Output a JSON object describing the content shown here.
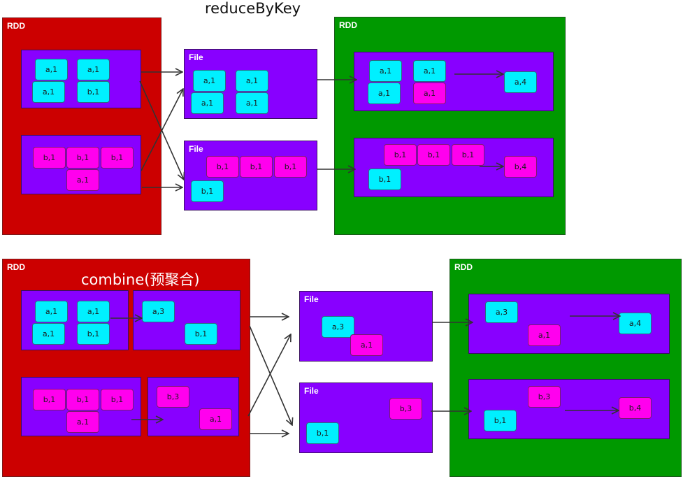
{
  "top": {
    "title": "reduceByKey",
    "rdd_left_label": "RDD",
    "rdd_right_label": "RDD",
    "file1_label": "File",
    "file2_label": "File",
    "src_p1": [
      "a,1",
      "a,1",
      "a,1",
      "b,1"
    ],
    "src_p2": [
      "b,1",
      "b,1",
      "b,1",
      "a,1"
    ],
    "file1": [
      "a,1",
      "a,1",
      "a,1",
      "a,1"
    ],
    "file2": [
      "b,1",
      "b,1",
      "b,1",
      "b,1"
    ],
    "out_p1": [
      "a,1",
      "a,1",
      "a,1",
      "a,1"
    ],
    "out_p1_result": "a,4",
    "out_p2": [
      "b,1",
      "b,1",
      "b,1",
      "b,1"
    ],
    "out_p2_result": "b,4"
  },
  "bottom": {
    "title": "combine(预聚合)",
    "rdd_left_label": "RDD",
    "rdd_right_label": "RDD",
    "file1_label": "File",
    "file2_label": "File",
    "src_p1": [
      "a,1",
      "a,1",
      "a,1",
      "b,1"
    ],
    "src_p1_combined": [
      "a,3",
      "b,1"
    ],
    "src_p2": [
      "b,1",
      "b,1",
      "b,1",
      "a,1"
    ],
    "src_p2_combined": [
      "b,3",
      "a,1"
    ],
    "file1": [
      "a,3",
      "a,1"
    ],
    "file2": [
      "b,3",
      "b,1"
    ],
    "out_p1": [
      "a,3",
      "a,1"
    ],
    "out_p1_result": "a,4",
    "out_p2": [
      "b,3",
      "b,1"
    ],
    "out_p2_result": "b,4"
  },
  "colors": {
    "rdd_source": "#cc0000",
    "rdd_target": "#009900",
    "partition": "#8800ff",
    "key_a": "#00f0ff",
    "key_b": "#ff00ee"
  }
}
